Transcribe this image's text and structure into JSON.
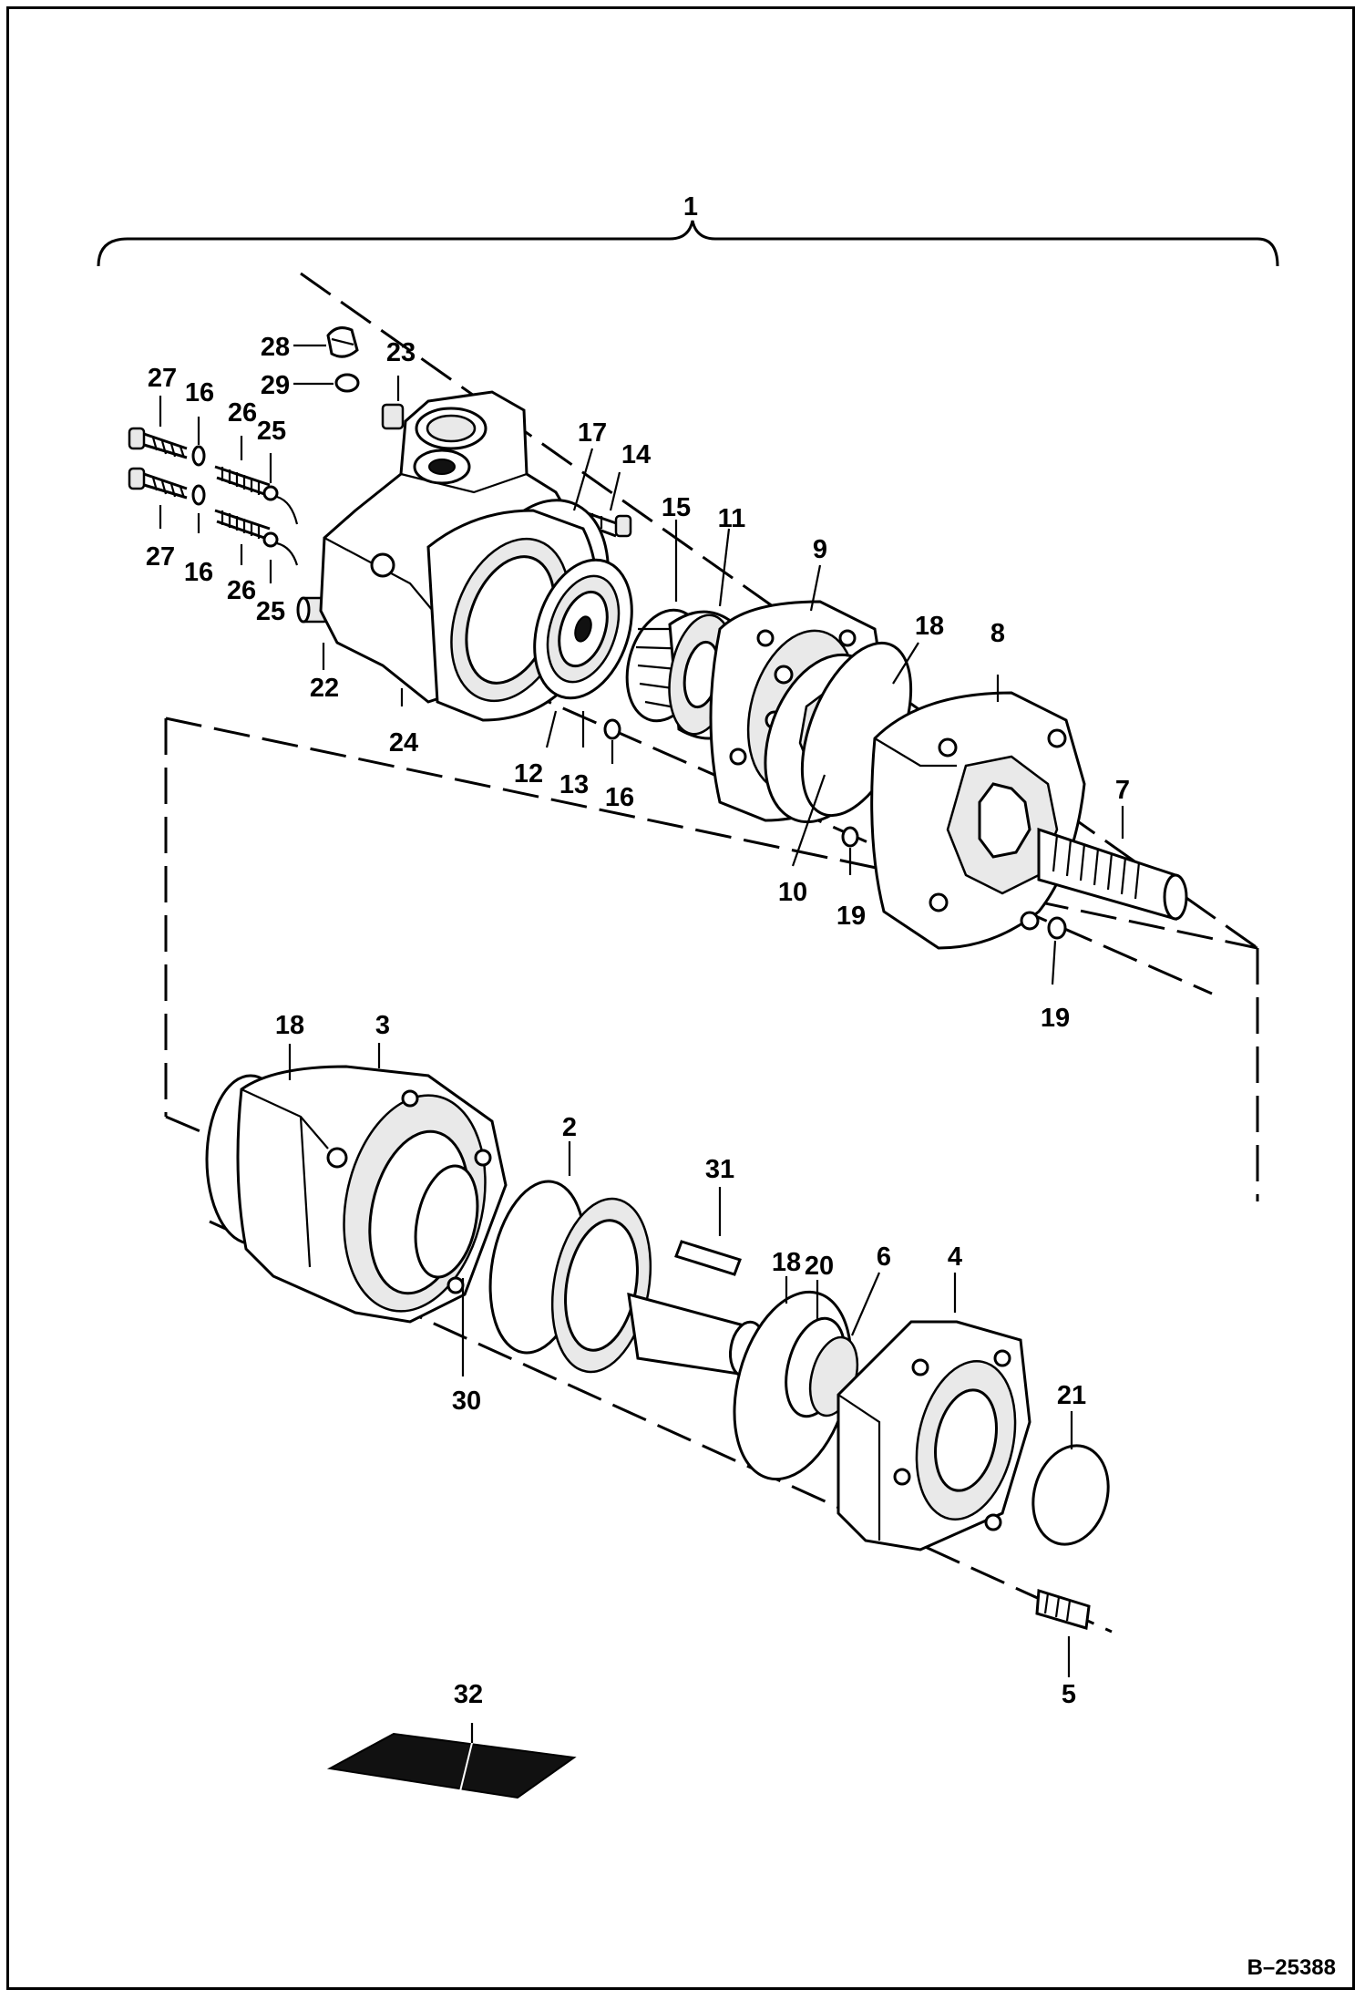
{
  "diagram": {
    "reference_code": "B–25388",
    "callouts": [
      {
        "id": "c1",
        "text": "1"
      },
      {
        "id": "c28",
        "text": "28"
      },
      {
        "id": "c23",
        "text": "23"
      },
      {
        "id": "c29",
        "text": "29"
      },
      {
        "id": "c27a",
        "text": "27"
      },
      {
        "id": "c16a",
        "text": "16"
      },
      {
        "id": "c26a",
        "text": "26"
      },
      {
        "id": "c25a",
        "text": "25"
      },
      {
        "id": "c17",
        "text": "17"
      },
      {
        "id": "c14",
        "text": "14"
      },
      {
        "id": "c27b",
        "text": "27"
      },
      {
        "id": "c16b",
        "text": "16"
      },
      {
        "id": "c26b",
        "text": "26"
      },
      {
        "id": "c25b",
        "text": "25"
      },
      {
        "id": "c15",
        "text": "15"
      },
      {
        "id": "c11",
        "text": "11"
      },
      {
        "id": "c9",
        "text": "9"
      },
      {
        "id": "c18a",
        "text": "18"
      },
      {
        "id": "c8",
        "text": "8"
      },
      {
        "id": "c22",
        "text": "22"
      },
      {
        "id": "c24",
        "text": "24"
      },
      {
        "id": "c12",
        "text": "12"
      },
      {
        "id": "c13",
        "text": "13"
      },
      {
        "id": "c16c",
        "text": "16"
      },
      {
        "id": "c7",
        "text": "7"
      },
      {
        "id": "c10",
        "text": "10"
      },
      {
        "id": "c19a",
        "text": "19"
      },
      {
        "id": "c19b",
        "text": "19"
      },
      {
        "id": "c18b",
        "text": "18"
      },
      {
        "id": "c3",
        "text": "3"
      },
      {
        "id": "c2",
        "text": "2"
      },
      {
        "id": "c31",
        "text": "31"
      },
      {
        "id": "c18c",
        "text": "18"
      },
      {
        "id": "c20",
        "text": "20"
      },
      {
        "id": "c6",
        "text": "6"
      },
      {
        "id": "c4",
        "text": "4"
      },
      {
        "id": "c21",
        "text": "21"
      },
      {
        "id": "c30",
        "text": "30"
      },
      {
        "id": "c5",
        "text": "5"
      },
      {
        "id": "c32",
        "text": "32"
      }
    ]
  }
}
